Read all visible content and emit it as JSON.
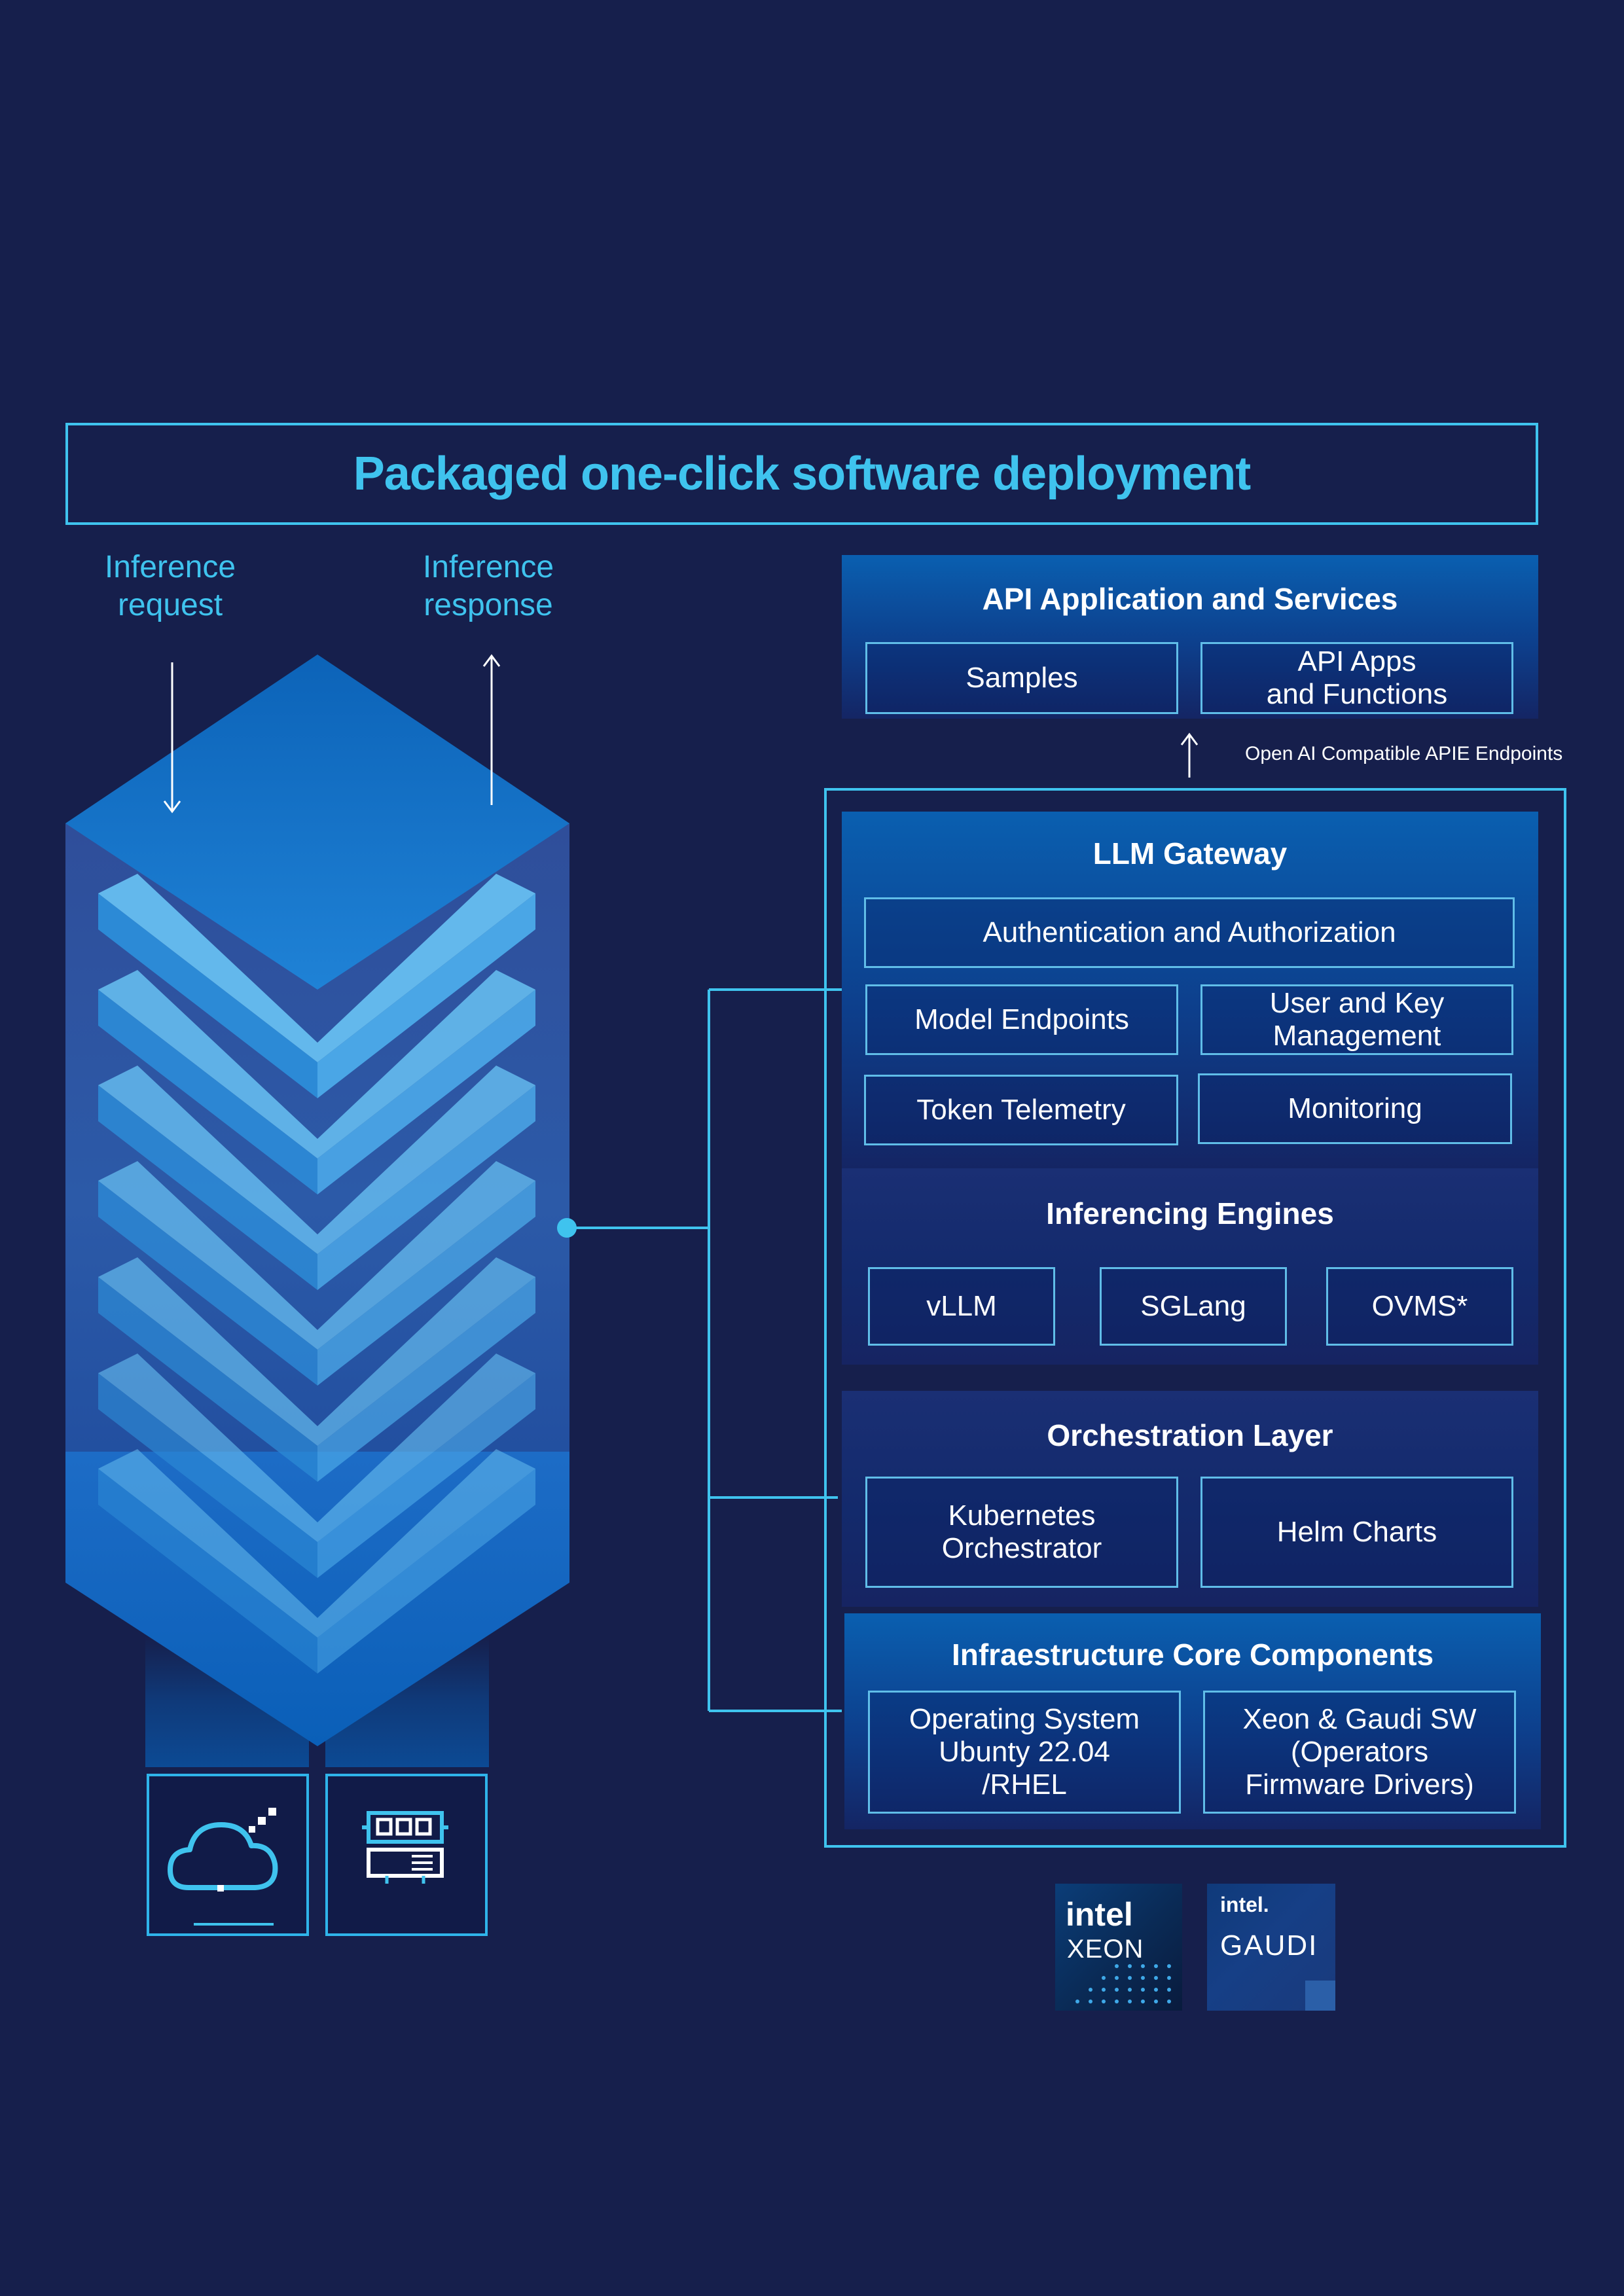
{
  "title": "Packaged one-click software deployment",
  "flow": {
    "request_label": "Inference\nrequest",
    "response_label": "Inference\nresponse"
  },
  "api_services": {
    "title": "API Application and Services",
    "items": [
      "Samples",
      "API Apps\nand Functions"
    ]
  },
  "endpoint_note": "Open AI Compatible APIE Endpoints",
  "llm_gateway": {
    "title": "LLM Gateway",
    "auth": "Authentication and Authorization",
    "items": [
      "Model Endpoints",
      "User and Key\nManagement",
      "Token Telemetry",
      "Monitoring"
    ]
  },
  "inferencing_engines": {
    "title": "Inferencing Engines",
    "items": [
      "vLLM",
      "SGLang",
      "OVMS*"
    ]
  },
  "orchestration": {
    "title": "Orchestration Layer",
    "items": [
      "Kubernetes\nOrchestrator",
      "Helm Charts"
    ]
  },
  "infrastructure": {
    "title": "Infraestructure Core Components",
    "items": [
      "Operating System\nUbunty 22.04\n/RHEL",
      "Xeon & Gaudi SW\n(Operators\nFirmware Drivers)"
    ]
  },
  "icons": [
    "cloud-icon",
    "memory-module-icon"
  ],
  "logos": {
    "xeon": {
      "brand": "intel",
      "product": "XEON"
    },
    "gaudi": {
      "brand": "intel.",
      "product": "GAUDI"
    }
  },
  "colors": {
    "background": "#161f4c",
    "accent_cyan": "#3fc3ee",
    "panel_blue": "#0a5fb0",
    "box_border": "#60bde8",
    "stack_light": "#63b8ec",
    "stack_dark": "#1a6fc4"
  }
}
